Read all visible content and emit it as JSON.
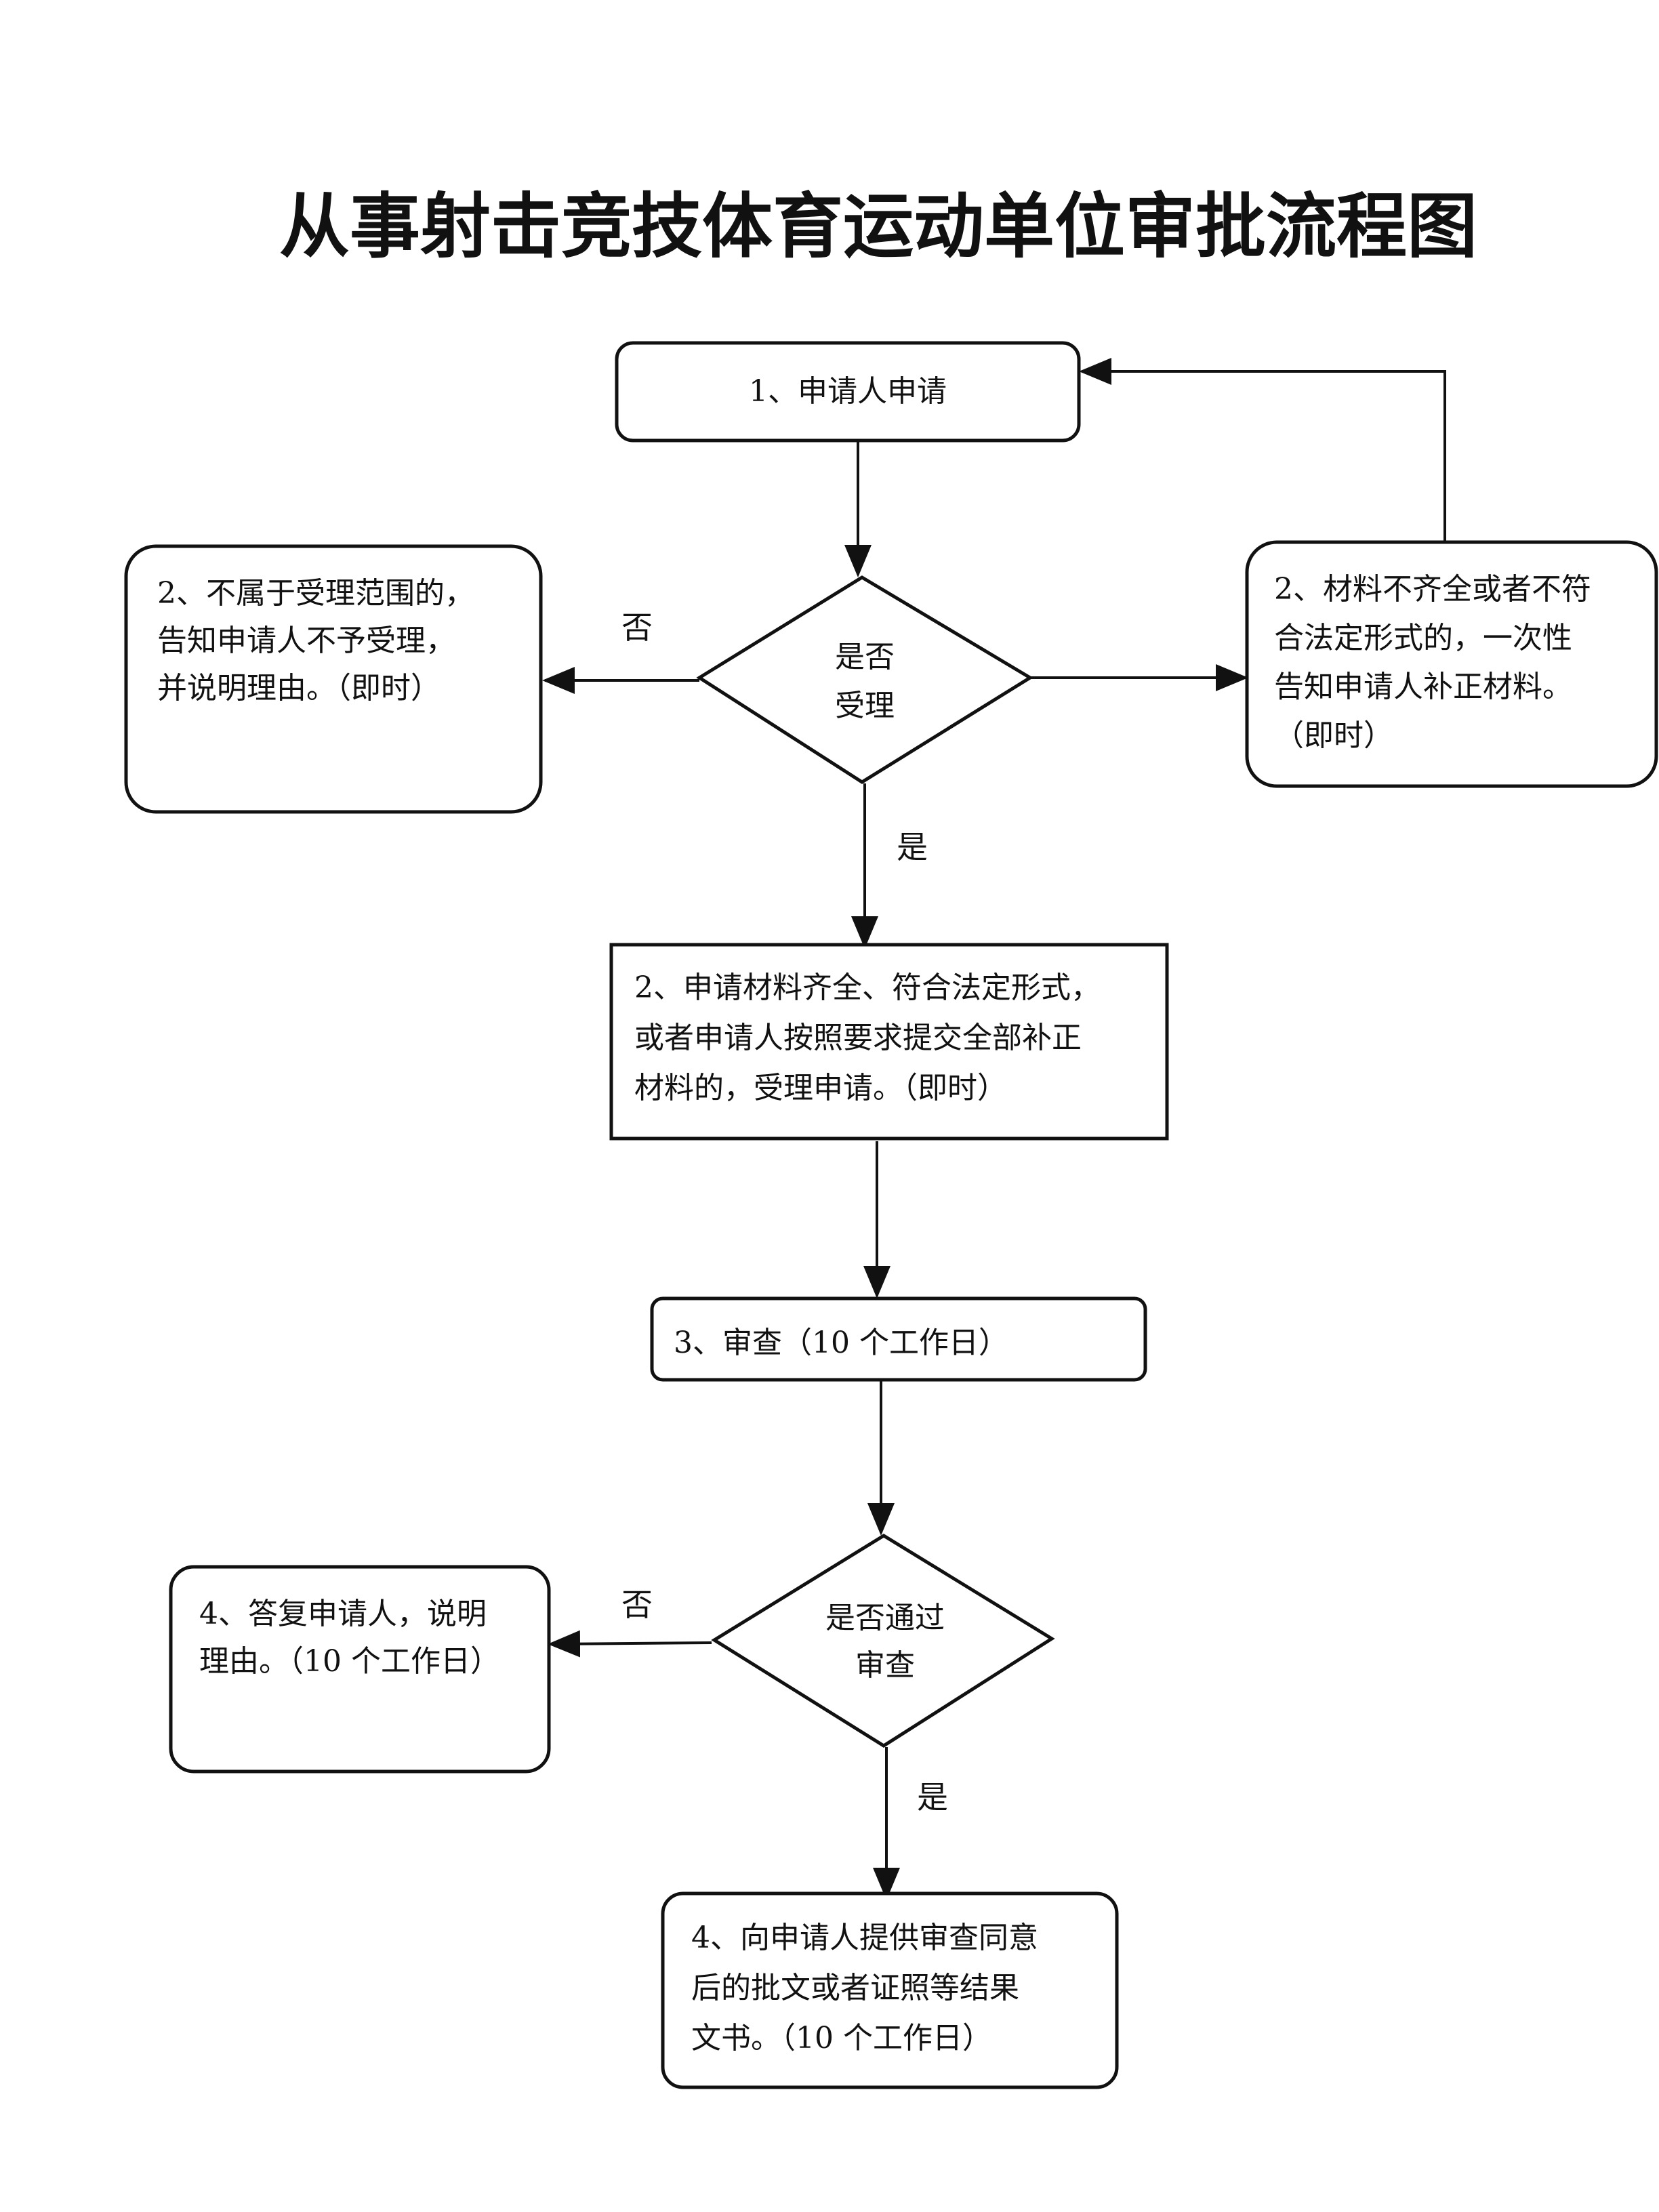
{
  "title": "从事射击竞技体育运动单位审批流程图",
  "nodes": {
    "apply": {
      "lines": [
        "1、申请人申请"
      ]
    },
    "decision_accept": {
      "lines": [
        "是否",
        "受理"
      ]
    },
    "reject_scope": {
      "lines": [
        "2、不属于受理范围的，",
        "告知申请人不予受理，",
        "并说明理由。（即时）"
      ]
    },
    "supplement": {
      "lines": [
        "2、材料不齐全或者不符",
        "合法定形式的，一次性",
        "告知申请人补正材料。",
        "（即时）"
      ]
    },
    "accepted": {
      "lines": [
        "2、申请材料齐全、符合法定形式，",
        "或者申请人按照要求提交全部补正",
        "材料的，受理申请。（即时）"
      ]
    },
    "review": {
      "lines": [
        "3、审查（10 个工作日）"
      ]
    },
    "decision_pass": {
      "lines": [
        "是否通过",
        "审查"
      ]
    },
    "reply_reason": {
      "lines": [
        "4、答复申请人，说明",
        "理由。（10 个工作日）"
      ]
    },
    "approval_doc": {
      "lines": [
        "4、向申请人提供审查同意",
        "后的批文或者证照等结果",
        "文书。（10 个工作日）"
      ]
    }
  },
  "edge_labels": {
    "accept_no": "否",
    "accept_yes": "是",
    "pass_no": "否",
    "pass_yes": "是"
  }
}
